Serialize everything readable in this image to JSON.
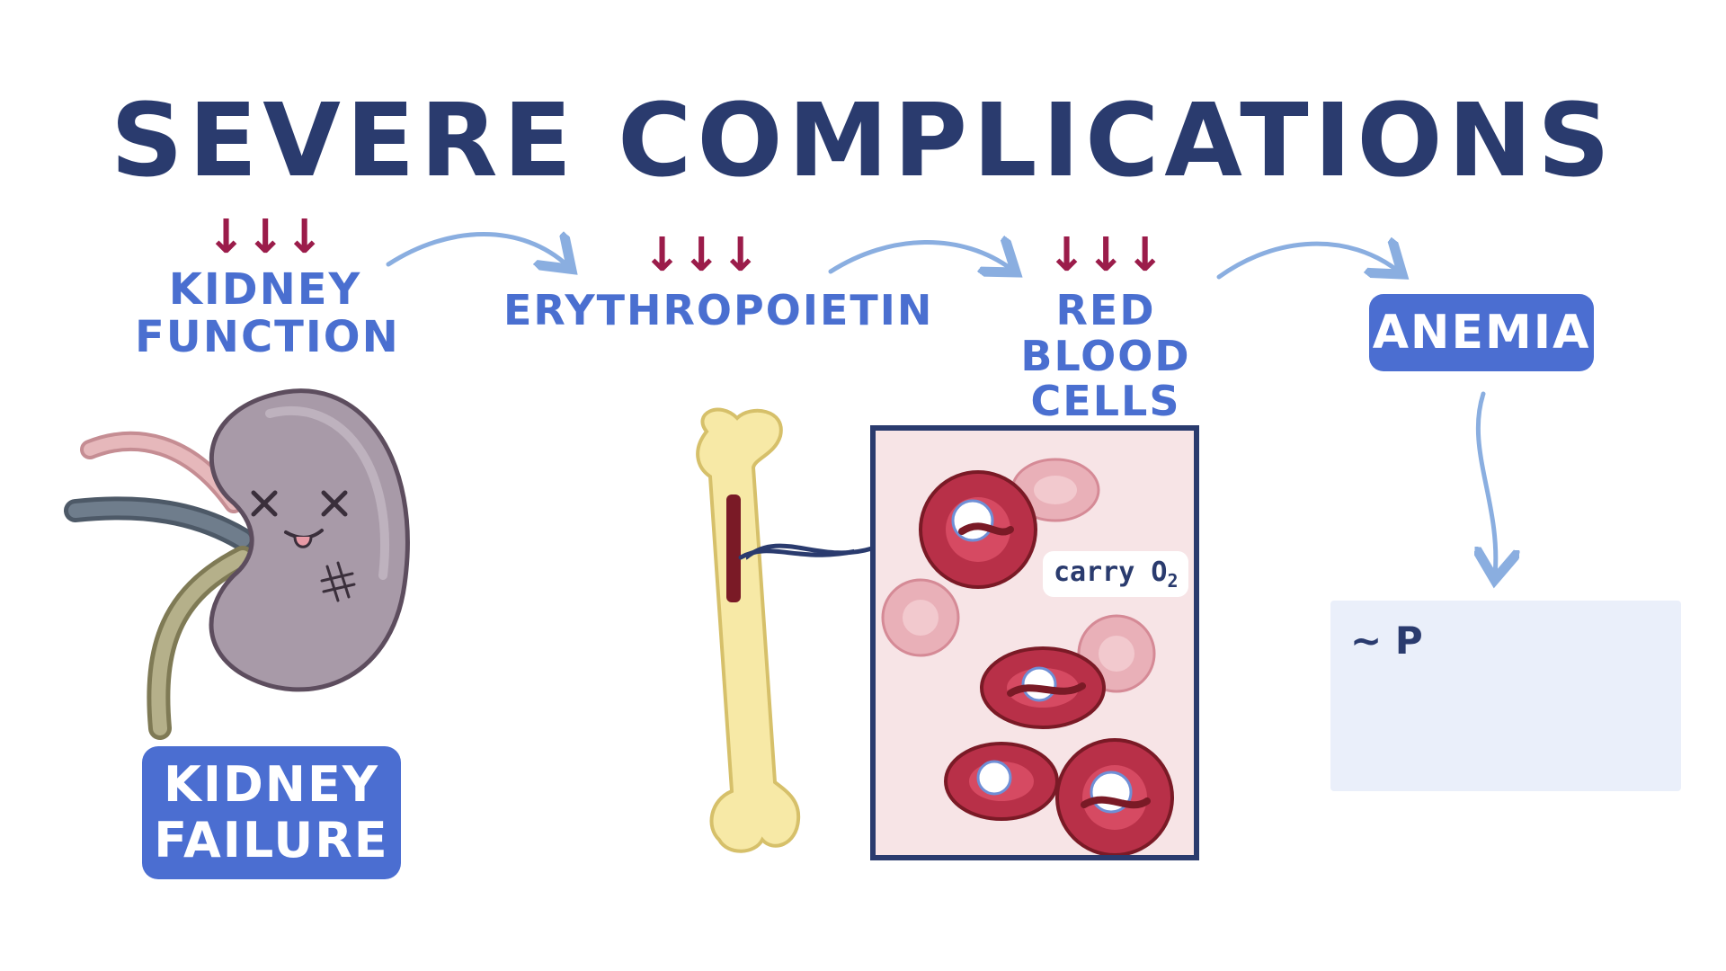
{
  "title": "SEVERE COMPLICATIONS",
  "chain": {
    "kidney_function": {
      "arrows": "↓↓↓",
      "line1": "KIDNEY",
      "line2": "FUNCTION"
    },
    "erythropoietin": {
      "arrows": "↓↓↓",
      "line1": "ERYTHROPOIETIN"
    },
    "red_blood_cells": {
      "arrows": "↓↓↓",
      "line1": "RED BLOOD",
      "line2": "CELLS"
    },
    "anemia": {
      "label": "ANEMIA"
    }
  },
  "kidney_failure": {
    "line1": "KIDNEY",
    "line2": "FAILURE"
  },
  "rbc_panel": {
    "tag_main": "carry O",
    "tag_sub": "2"
  },
  "note_box": {
    "text": "~ P"
  },
  "colors": {
    "title": "#2a3b6e",
    "label_blue": "#4a6fd0",
    "pill_blue": "#4b6ed1",
    "arrow_red": "#9b1c4a",
    "connector": "#8aaee0",
    "rbc": "#b83048",
    "bone": "#f7e9a6"
  }
}
